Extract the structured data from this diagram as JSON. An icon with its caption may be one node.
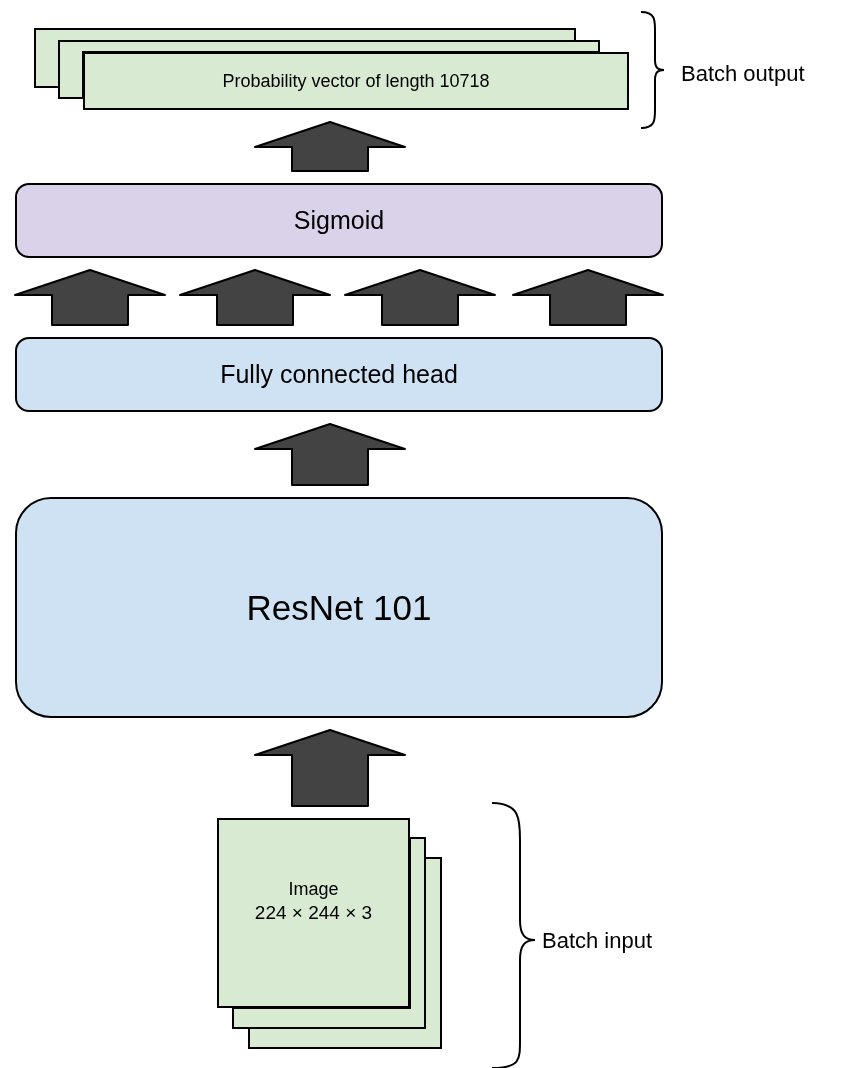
{
  "diagram": {
    "nodes": [
      {
        "text": [
          "Probability vector of length 10718"
        ]
      },
      {
        "text": [
          "Sigmoid"
        ]
      },
      {
        "text": [
          "Fully connected head"
        ]
      },
      {
        "text": [
          "ResNet 101"
        ]
      },
      {
        "text": [
          "Image",
          "224 × 244 × 3"
        ]
      }
    ],
    "edges": [
      {
        "from": 4,
        "to": 3,
        "arrow": "to"
      },
      {
        "from": 3,
        "to": 2,
        "arrow": "to"
      },
      {
        "from": 2,
        "to": 1,
        "arrow": "to"
      },
      {
        "from": 2,
        "to": 1,
        "arrow": "to"
      },
      {
        "from": 2,
        "to": 1,
        "arrow": "to"
      },
      {
        "from": 2,
        "to": 1,
        "arrow": "to"
      },
      {
        "from": 1,
        "to": 0,
        "arrow": "to"
      }
    ],
    "labels": [
      "Batch output",
      "Batch input"
    ]
  }
}
